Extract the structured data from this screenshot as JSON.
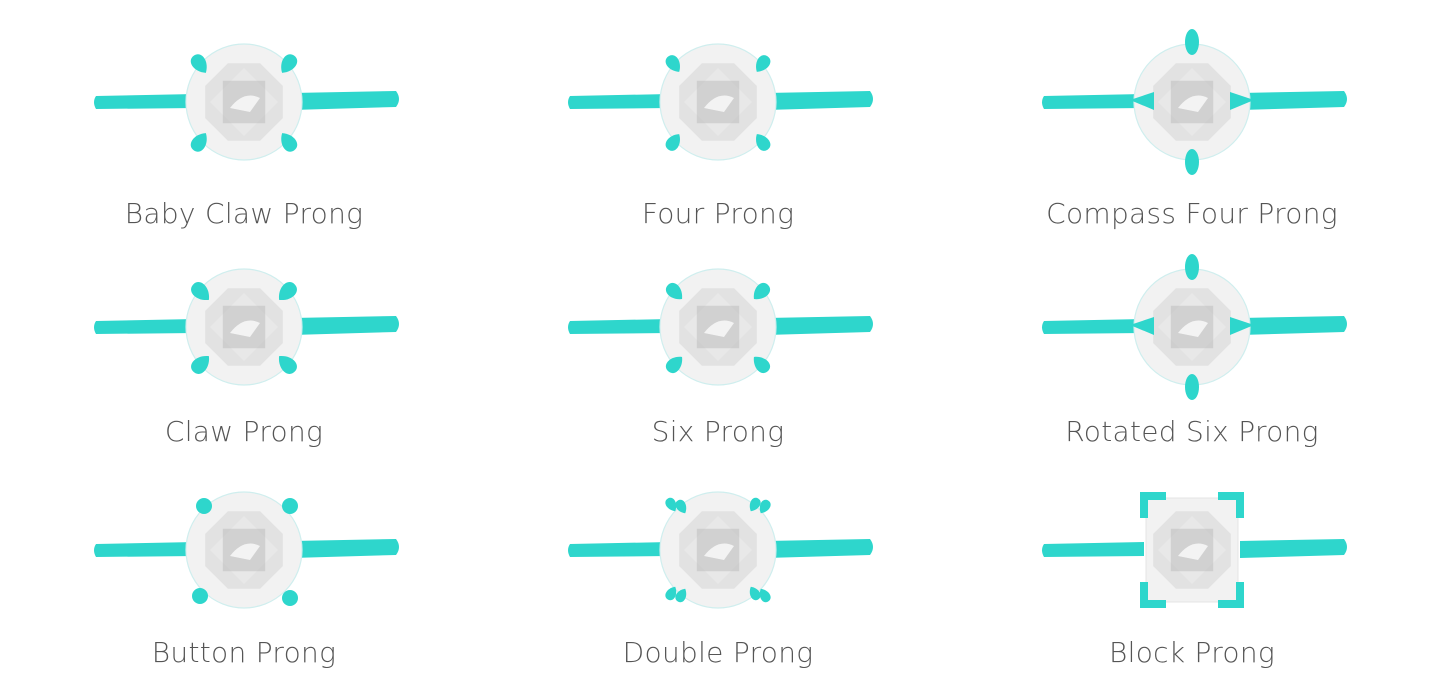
{
  "colors": {
    "metal": "#2ed6cc",
    "gem_light": "#f2f2f2",
    "gem_mid": "#dcdcdc",
    "gem_dark": "#bdbdbd",
    "gem_edge": "#cfeeee",
    "label_text": "#555555"
  },
  "settings": [
    {
      "label": "Baby Claw Prong",
      "prong_style": "baby-claw"
    },
    {
      "label": "Four Prong",
      "prong_style": "four"
    },
    {
      "label": "Compass Four Prong",
      "prong_style": "compass-four"
    },
    {
      "label": "Claw Prong",
      "prong_style": "claw"
    },
    {
      "label": "Six Prong",
      "prong_style": "six"
    },
    {
      "label": "Rotated Six Prong",
      "prong_style": "rotated-six"
    },
    {
      "label": "Button Prong",
      "prong_style": "button"
    },
    {
      "label": "Double Prong",
      "prong_style": "double"
    },
    {
      "label": "Block Prong",
      "prong_style": "block"
    }
  ]
}
